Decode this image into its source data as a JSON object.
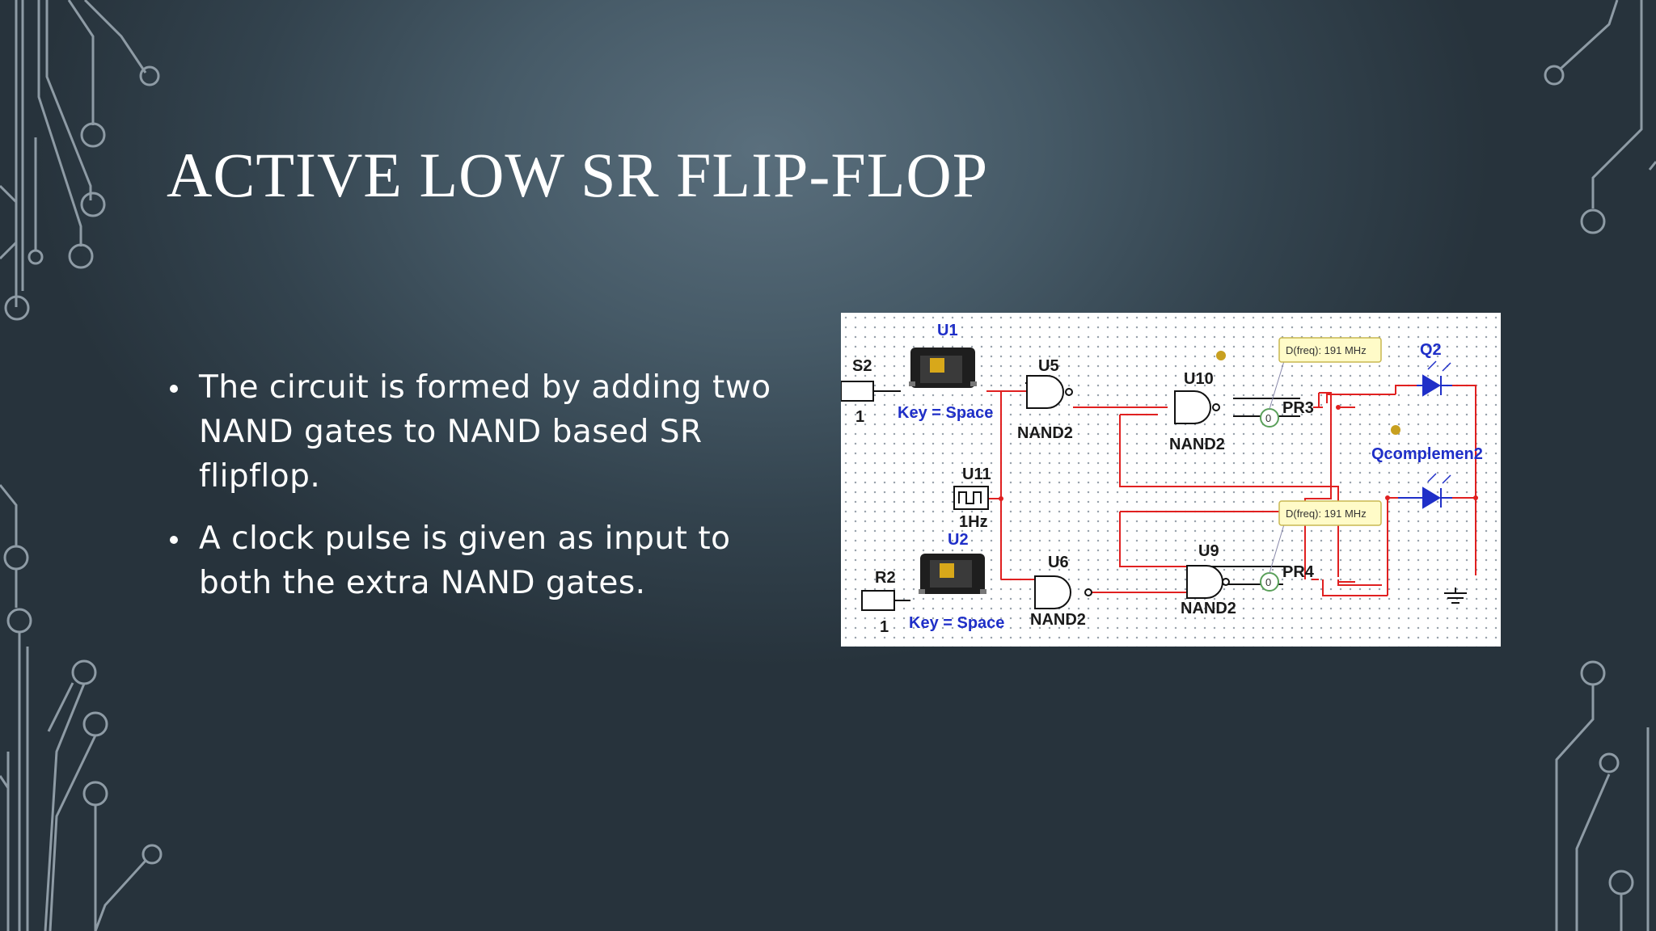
{
  "slide": {
    "title": "ACTIVE LOW SR FLIP-FLOP",
    "bullets": [
      "The circuit is formed by adding two NAND gates to NAND based SR flipflop.",
      "A clock pulse is given as input to both the extra NAND gates."
    ]
  },
  "circuit": {
    "switch_top": {
      "ref": "U1",
      "name": "S2",
      "value": "1",
      "key": "Key = Space"
    },
    "switch_bottom": {
      "ref": "U2",
      "name": "R2",
      "value": "1",
      "key": "Key = Space"
    },
    "clock": {
      "ref": "U11",
      "freq": "1Hz"
    },
    "gates": [
      {
        "ref": "U5",
        "type": "NAND2"
      },
      {
        "ref": "U10",
        "type": "NAND2"
      },
      {
        "ref": "U6",
        "type": "NAND2"
      },
      {
        "ref": "U9",
        "type": "NAND2"
      }
    ],
    "probes": [
      {
        "name": "PR3",
        "tooltip": "D(freq): 191 MHz",
        "value": "0"
      },
      {
        "name": "PR4",
        "tooltip": "D(freq): 191 MHz",
        "value": "0"
      }
    ],
    "leds": [
      {
        "name": "Q2"
      },
      {
        "name": "Qcomplemen2"
      }
    ],
    "colors": {
      "wire": "#e02020",
      "led": "#1f2fc8",
      "label_blue": "#1f2fc8",
      "tooltip_bg": "#fffbc8"
    }
  },
  "decoration": {
    "pattern": "circuit-traces",
    "color": "#8e9ba5"
  }
}
